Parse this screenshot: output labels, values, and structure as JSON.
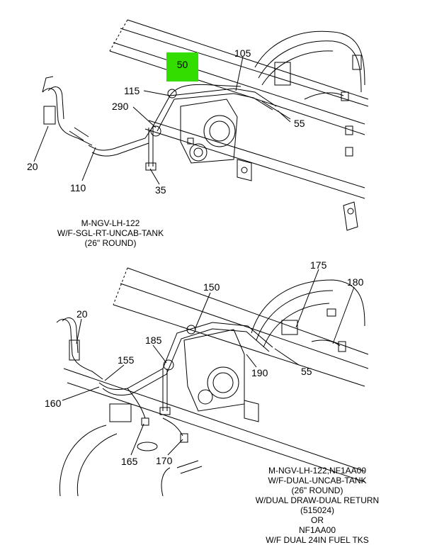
{
  "highlight_color": "#33dd00",
  "callouts": {
    "c50": "50",
    "c105": "105",
    "c115": "115",
    "c290": "290",
    "c55a": "55",
    "c20a": "20",
    "c110": "110",
    "c35": "35",
    "c175": "175",
    "c180": "180",
    "c150": "150",
    "c20b": "20",
    "c185": "185",
    "c155": "155",
    "c190": "190",
    "c55b": "55",
    "c160": "160",
    "c165": "165",
    "c170": "170"
  },
  "caption_top": {
    "line1": "M-NGV-LH-122",
    "line2": "W/F-SGL-RT-UNCAB-TANK",
    "line3": "(26\" ROUND)"
  },
  "caption_bottom": {
    "line1": "M-NGV-LH-122,NF1AA00",
    "line2": "W/F-DUAL-UNCAB-TANK",
    "line3": "(26\" ROUND)",
    "line4": "W/DUAL DRAW-DUAL RETURN",
    "line5": "(515024)",
    "line6": "OR",
    "line7": "NF1AA00",
    "line8": "W/F DUAL 24IN FUEL TKS"
  }
}
